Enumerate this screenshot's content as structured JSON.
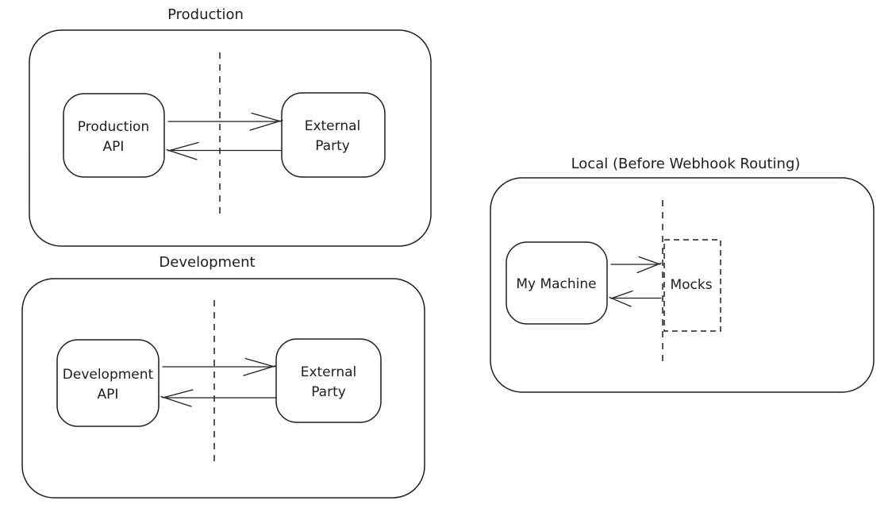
{
  "diagram": {
    "colors": {
      "stroke": "#1e1e1e",
      "background": "#ffffff"
    },
    "sections": {
      "production": {
        "title": "Production",
        "left_node": {
          "line1": "Production",
          "line2": "API"
        },
        "right_node": {
          "line1": "External",
          "line2": "Party"
        }
      },
      "development": {
        "title": "Development",
        "left_node": {
          "line1": "Development",
          "line2": "API"
        },
        "right_node": {
          "line1": "External",
          "line2": "Party"
        }
      },
      "local": {
        "title": "Local (Before Webhook Routing)",
        "left_node": {
          "label": "My Machine"
        },
        "right_node": {
          "label": "Mocks"
        }
      }
    }
  }
}
